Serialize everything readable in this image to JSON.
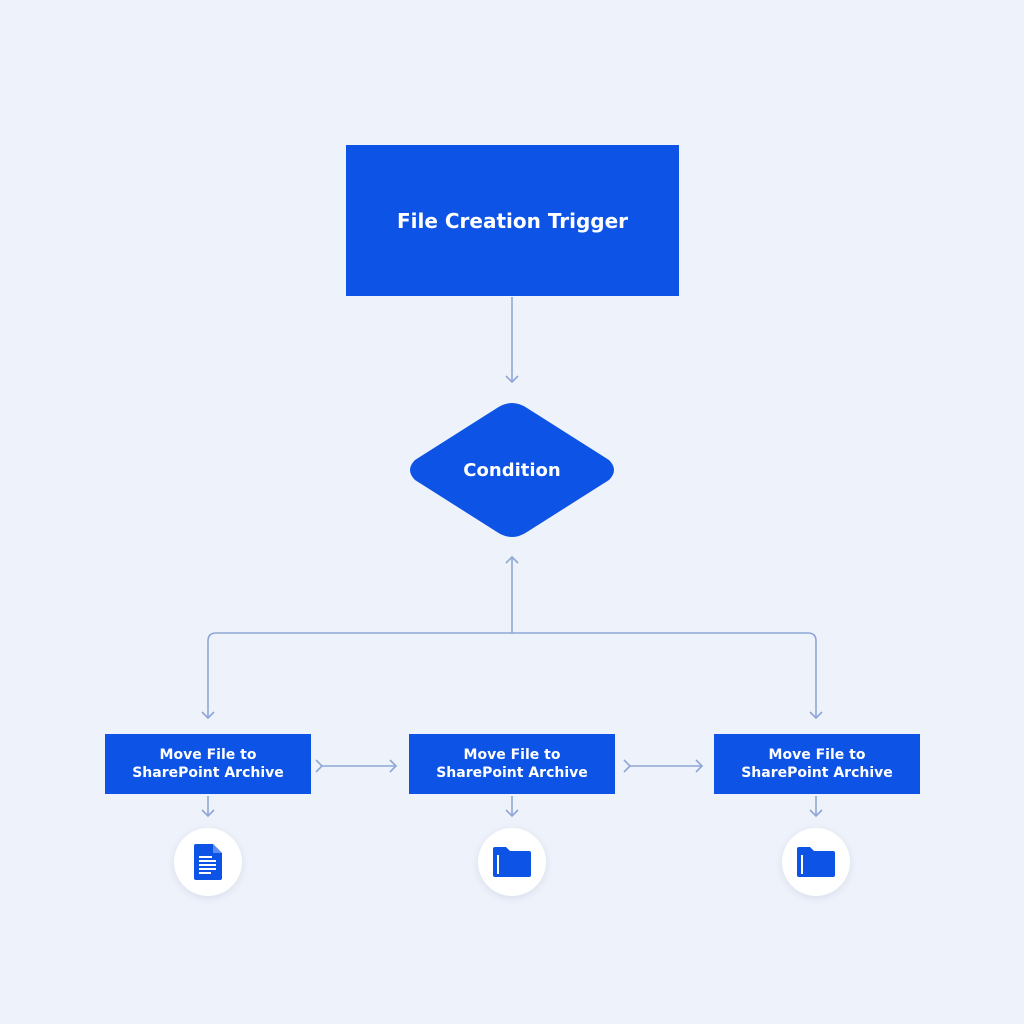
{
  "colors": {
    "background": "#eef2fa",
    "node_fill": "#0d53e6",
    "node_text": "#ffffff",
    "connector": "#8ea6d6",
    "icon_bg": "#ffffff",
    "icon_fill": "#0d53e6"
  },
  "trigger": {
    "label": "File Creation Trigger"
  },
  "condition": {
    "label": "Condition"
  },
  "actions": [
    {
      "label": "Move File to\nSharePoint Archive",
      "icon": "document-icon"
    },
    {
      "label": "Move File to\nSharePoint Archive",
      "icon": "folder-icon"
    },
    {
      "label": "Move File to\nSharePoint Archive",
      "icon": "folder-icon"
    }
  ]
}
